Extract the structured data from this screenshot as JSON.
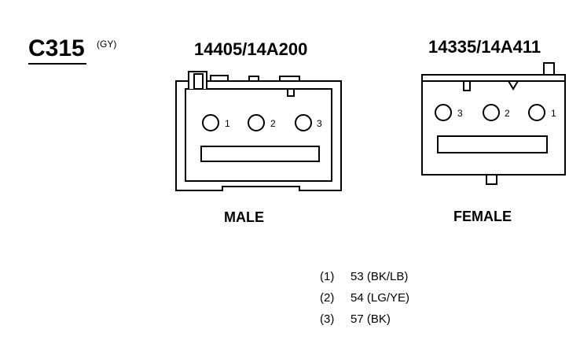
{
  "connector": {
    "id": "C315",
    "color_code": "(GY)"
  },
  "male": {
    "part_number": "14405/14A200",
    "label": "MALE",
    "pins": [
      "1",
      "2",
      "3"
    ]
  },
  "female": {
    "part_number": "14335/14A411",
    "label": "FEMALE",
    "pins": [
      "3",
      "2",
      "1"
    ]
  },
  "circuits": [
    {
      "pos": "(1)",
      "desc": "53 (BK/LB)"
    },
    {
      "pos": "(2)",
      "desc": "54 (LG/YE)"
    },
    {
      "pos": "(3)",
      "desc": "57 (BK)"
    }
  ]
}
